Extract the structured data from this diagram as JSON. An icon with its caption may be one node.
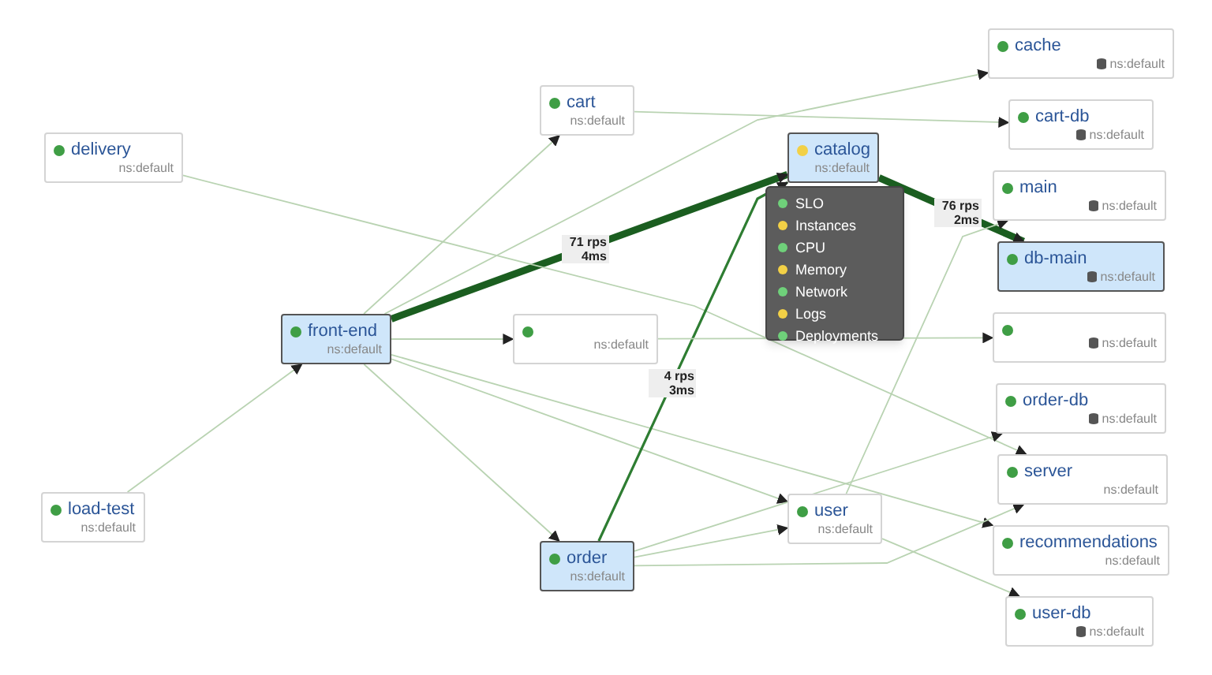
{
  "diagram": {
    "nodes": [
      {
        "text": [
          "delivery",
          "ns:default"
        ]
      },
      {
        "text": [
          "load-test",
          "ns:default"
        ]
      },
      {
        "text": [
          "front-end",
          "ns:default"
        ]
      },
      {
        "text": [
          "cart",
          "ns:default"
        ]
      },
      {
        "text": [
          "ns:default"
        ]
      },
      {
        "text": [
          "order",
          "ns:default"
        ]
      },
      {
        "text": [
          "catalog",
          "ns:default"
        ]
      },
      {
        "text": [
          "SLO",
          "Instances",
          "CPU",
          "Memory",
          "Network",
          "Logs",
          "Deployments"
        ]
      },
      {
        "text": [
          "user",
          "ns:default"
        ]
      },
      {
        "text": [
          "cache",
          "ns:default"
        ]
      },
      {
        "text": [
          "cart-db",
          "ns:default"
        ]
      },
      {
        "text": [
          "main",
          "ns:default"
        ]
      },
      {
        "text": [
          "db-main",
          "ns:default"
        ]
      },
      {
        "text": [
          "ns:default"
        ]
      },
      {
        "text": [
          "order-db",
          "ns:default"
        ]
      },
      {
        "text": [
          "server",
          "ns:default"
        ]
      },
      {
        "text": [
          "recommendations",
          "ns:default"
        ]
      },
      {
        "text": [
          "user-db",
          "ns:default"
        ]
      }
    ],
    "edges": [
      {
        "from": 1,
        "to": 2,
        "arrow": "to"
      },
      {
        "from": 2,
        "to": 3,
        "arrow": "to"
      },
      {
        "from": 2,
        "to": 4,
        "arrow": "to"
      },
      {
        "from": 2,
        "to": 6,
        "arrow": "to",
        "label": "71 rps 4ms",
        "style": "thick",
        "color": "#1b5e20"
      },
      {
        "from": 2,
        "to": 5,
        "arrow": "to"
      },
      {
        "from": 2,
        "to": 8,
        "arrow": "to"
      },
      {
        "from": 2,
        "to": 16,
        "arrow": "to"
      },
      {
        "from": 2,
        "to": 9,
        "arrow": "to"
      },
      {
        "from": 0,
        "to": 15,
        "arrow": "to"
      },
      {
        "from": 3,
        "to": 10,
        "arrow": "to"
      },
      {
        "from": 6,
        "to": 12,
        "arrow": "to",
        "label": "76 rps 2ms",
        "style": "thick",
        "color": "#1b5e20"
      },
      {
        "from": 5,
        "to": 6,
        "arrow": "to",
        "label": "4 rps 3ms",
        "color": "#2e7d32"
      },
      {
        "from": 5,
        "to": 8,
        "arrow": "to"
      },
      {
        "from": 5,
        "to": 14,
        "arrow": "to"
      },
      {
        "from": 5,
        "to": 15,
        "arrow": "to"
      },
      {
        "from": 4,
        "to": 13,
        "arrow": "to"
      },
      {
        "from": 8,
        "to": 11,
        "arrow": "to"
      },
      {
        "from": 8,
        "to": 17,
        "arrow": "to"
      }
    ]
  }
}
